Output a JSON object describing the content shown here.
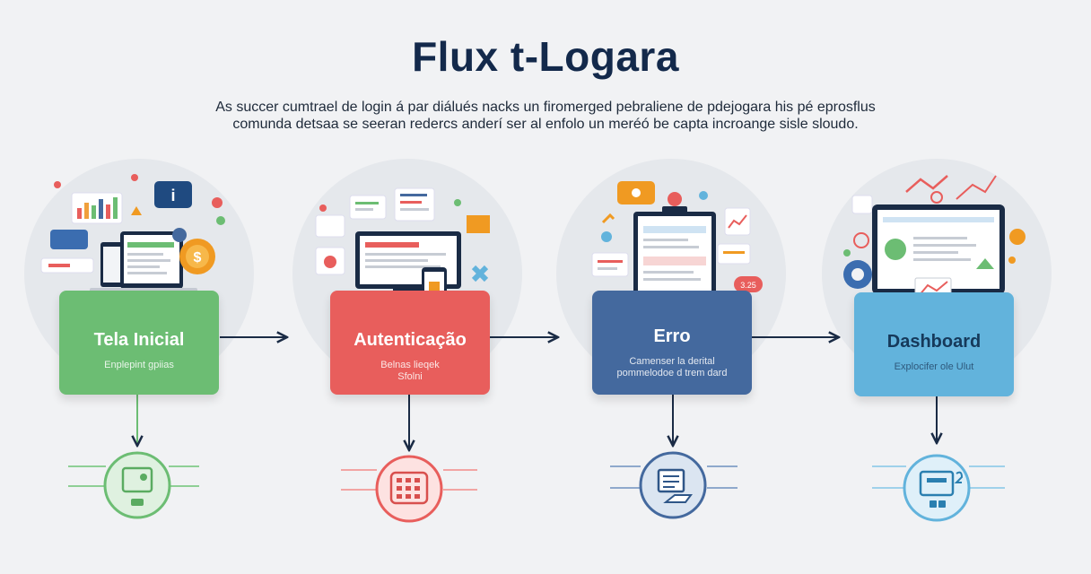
{
  "header": {
    "title": "Flux t-Logara",
    "subtitle": "As succer cumtrael de login á par diálués nacks un firomerged pebraliene de pdejogara his pé eprosflus comunda detsaa se seeran redercs anderí ser al enfolo un meréó be capta incroange sisle sloudo."
  },
  "stages": [
    {
      "name": "Tela Inicial",
      "desc": "Enplepint gpiias",
      "color": "#6cbd73",
      "icon": "screen-icon"
    },
    {
      "name": "Autenticação",
      "desc": "Belnas lieqek\nSfolni",
      "color": "#e85e5c",
      "icon": "keypad-icon"
    },
    {
      "name": "Erro",
      "desc": "Camenser la derital\npommelodoe d trem dard",
      "color": "#44699e",
      "icon": "document-icon"
    },
    {
      "name": "Dashboard",
      "desc": "Explocifer ole Ulut",
      "color": "#62b3dc",
      "icon": "dashboard-icon"
    }
  ],
  "stage_badges": [
    "$",
    "i",
    "3.25"
  ]
}
